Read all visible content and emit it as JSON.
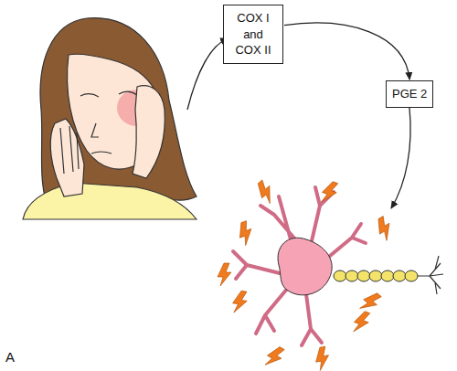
{
  "diagram": {
    "nodes": [
      {
        "text": [
          "COX I and COX II"
        ]
      },
      {
        "text": [
          "PGE 2"
        ]
      }
    ],
    "edges": [
      {
        "from": 0,
        "to": 1,
        "arrow": "to"
      }
    ],
    "labels": [
      "A"
    ]
  }
}
